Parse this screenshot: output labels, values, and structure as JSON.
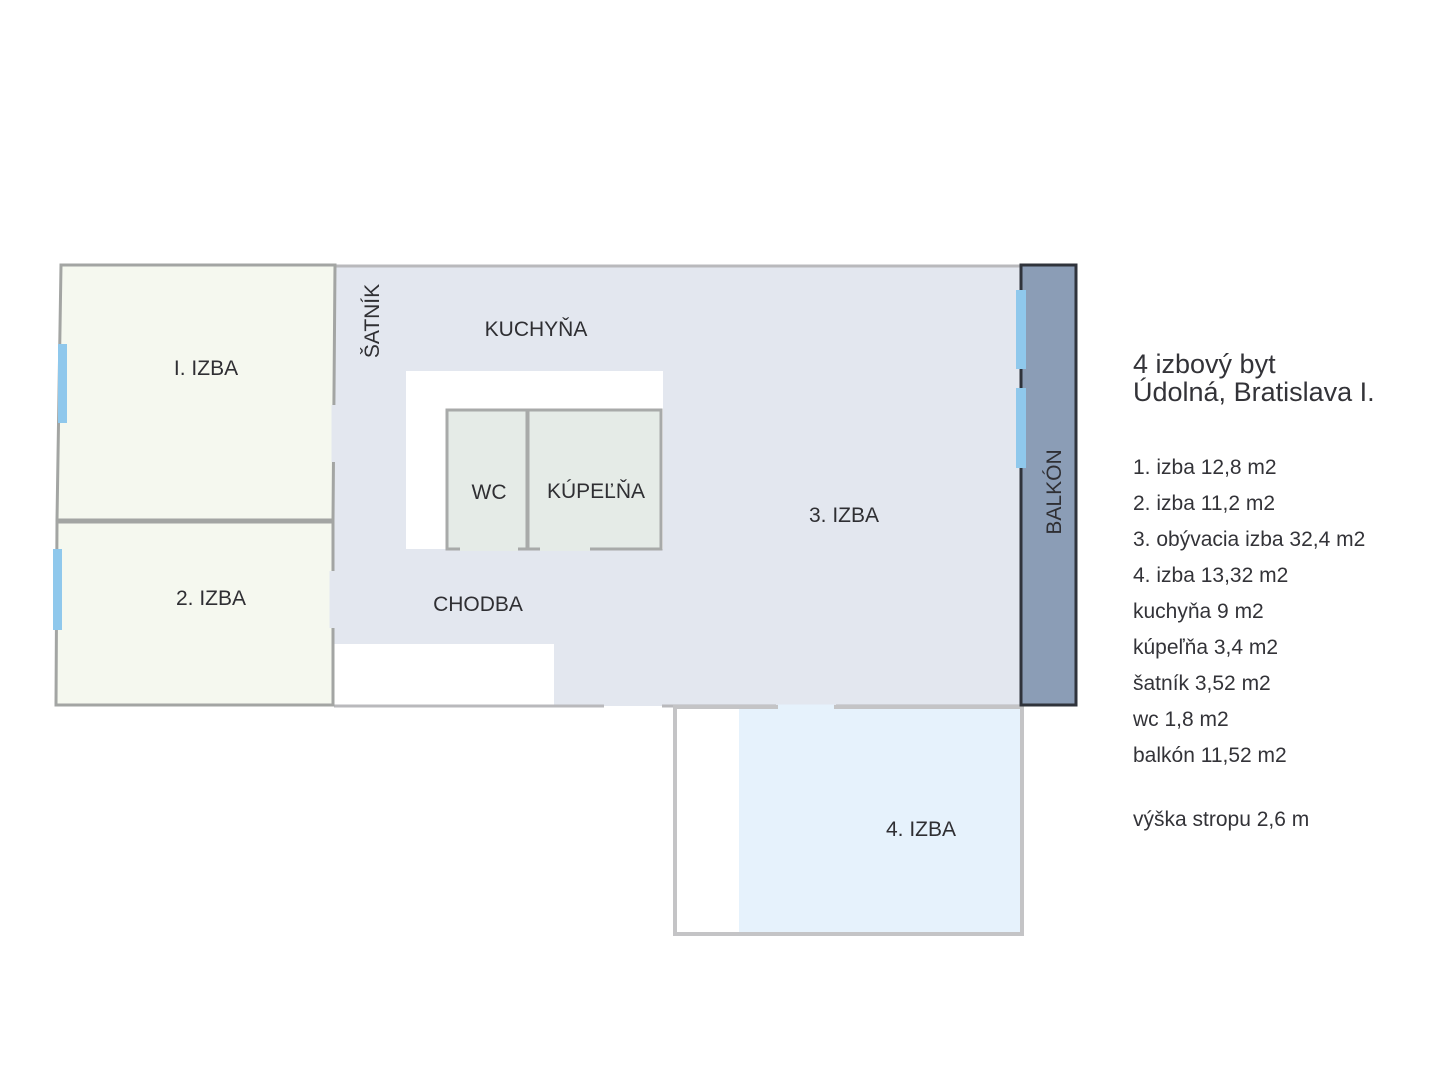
{
  "rooms": {
    "izba1": "I. IZBA",
    "izba2": "2. IZBA",
    "izba3": "3. IZBA",
    "izba4": "4. IZBA",
    "satnik": "ŠATNÍK",
    "kuchyna": "KUCHYŇA",
    "wc": "WC",
    "kupelna": "KÚPEĽŇA",
    "chodba": "CHODBA",
    "balkon": "BALKÓN"
  },
  "legend": {
    "title_line1": "4 izbový byt",
    "title_line2": "Údolná, Bratislava I.",
    "items": [
      "1. izba 12,8 m2",
      "2. izba 11,2 m2",
      "3. obývacia izba 32,4 m2",
      "4. izba 13,32 m2",
      "kuchyňa 9 m2",
      "kúpeľňa 3,4 m2",
      "šatník 3,52 m2",
      "wc 1,8 m2",
      "balkón 11,52 m2"
    ],
    "ceiling": "výška stropu 2,6 m"
  },
  "colors": {
    "wall": "#b9b9bc",
    "living_area": "#e3e7ef",
    "bedroom": "#f5f8ef",
    "bath": "#e5ebe7",
    "room4": "#e6f2fc",
    "balcony": "#8b9db6",
    "window": "#8fc8ec"
  }
}
